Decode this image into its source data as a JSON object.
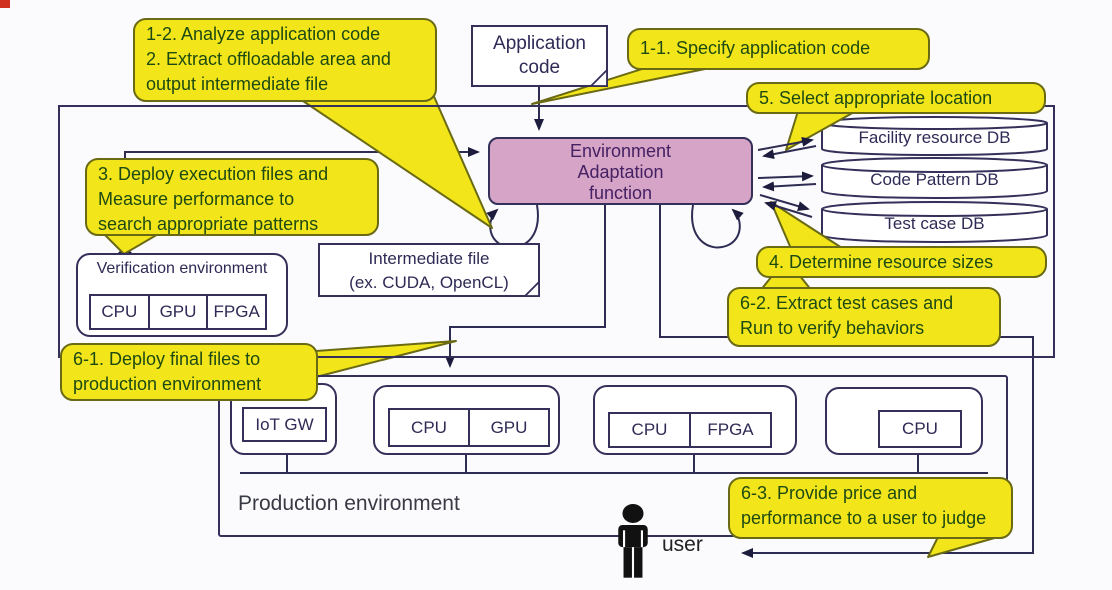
{
  "colors": {
    "callout_fill": "#f2e51a",
    "callout_border": "#6a6a14",
    "callout_text": "#1d4a12",
    "ea_fill": "#d5a4c6",
    "ea_text": "#452063",
    "line": "#2e2c52",
    "box_text": "#2e2a55",
    "background": "#fbfbfe",
    "corner_mark": "#d03020"
  },
  "callouts": {
    "step_1_2": {
      "lines": [
        "1-2. Analyze application code",
        "2. Extract offloadable area and",
        "output intermediate file"
      ]
    },
    "step_1_1": {
      "lines": [
        "1-1.  Specify application code"
      ]
    },
    "step_5": {
      "lines": [
        "5.  Select appropriate location"
      ]
    },
    "step_3": {
      "lines": [
        "3. Deploy execution files and",
        "Measure performance to",
        "search appropriate patterns"
      ]
    },
    "step_4": {
      "lines": [
        "4.  Determine resource sizes"
      ]
    },
    "step_6_2": {
      "lines": [
        "6-2. Extract test cases and",
        "Run to verify behaviors"
      ]
    },
    "step_6_1": {
      "lines": [
        "6-1. Deploy final files to",
        "production environment"
      ]
    },
    "step_6_3": {
      "lines": [
        "6-3. Provide price and",
        "performance to a user to judge"
      ]
    }
  },
  "nodes": {
    "application_code": {
      "lines": [
        "Application",
        "code"
      ]
    },
    "ea_function": {
      "lines": [
        "Environment",
        "Adaptation",
        "function"
      ]
    },
    "intermediate_file": {
      "lines": [
        "Intermediate file",
        "(ex. CUDA, OpenCL)"
      ]
    },
    "verification_env": {
      "label": "Verification environment",
      "units": [
        "CPU",
        "GPU",
        "FPGA"
      ]
    },
    "databases": [
      "Facility resource DB",
      "Code Pattern DB",
      "Test case DB"
    ],
    "production_env": {
      "label": "Production environment",
      "iot_gateway": "IoT GW",
      "server_1": [
        "CPU",
        "GPU"
      ],
      "server_2": [
        "CPU",
        "FPGA"
      ],
      "server_3": [
        "CPU"
      ]
    },
    "user": {
      "label": "user"
    }
  }
}
